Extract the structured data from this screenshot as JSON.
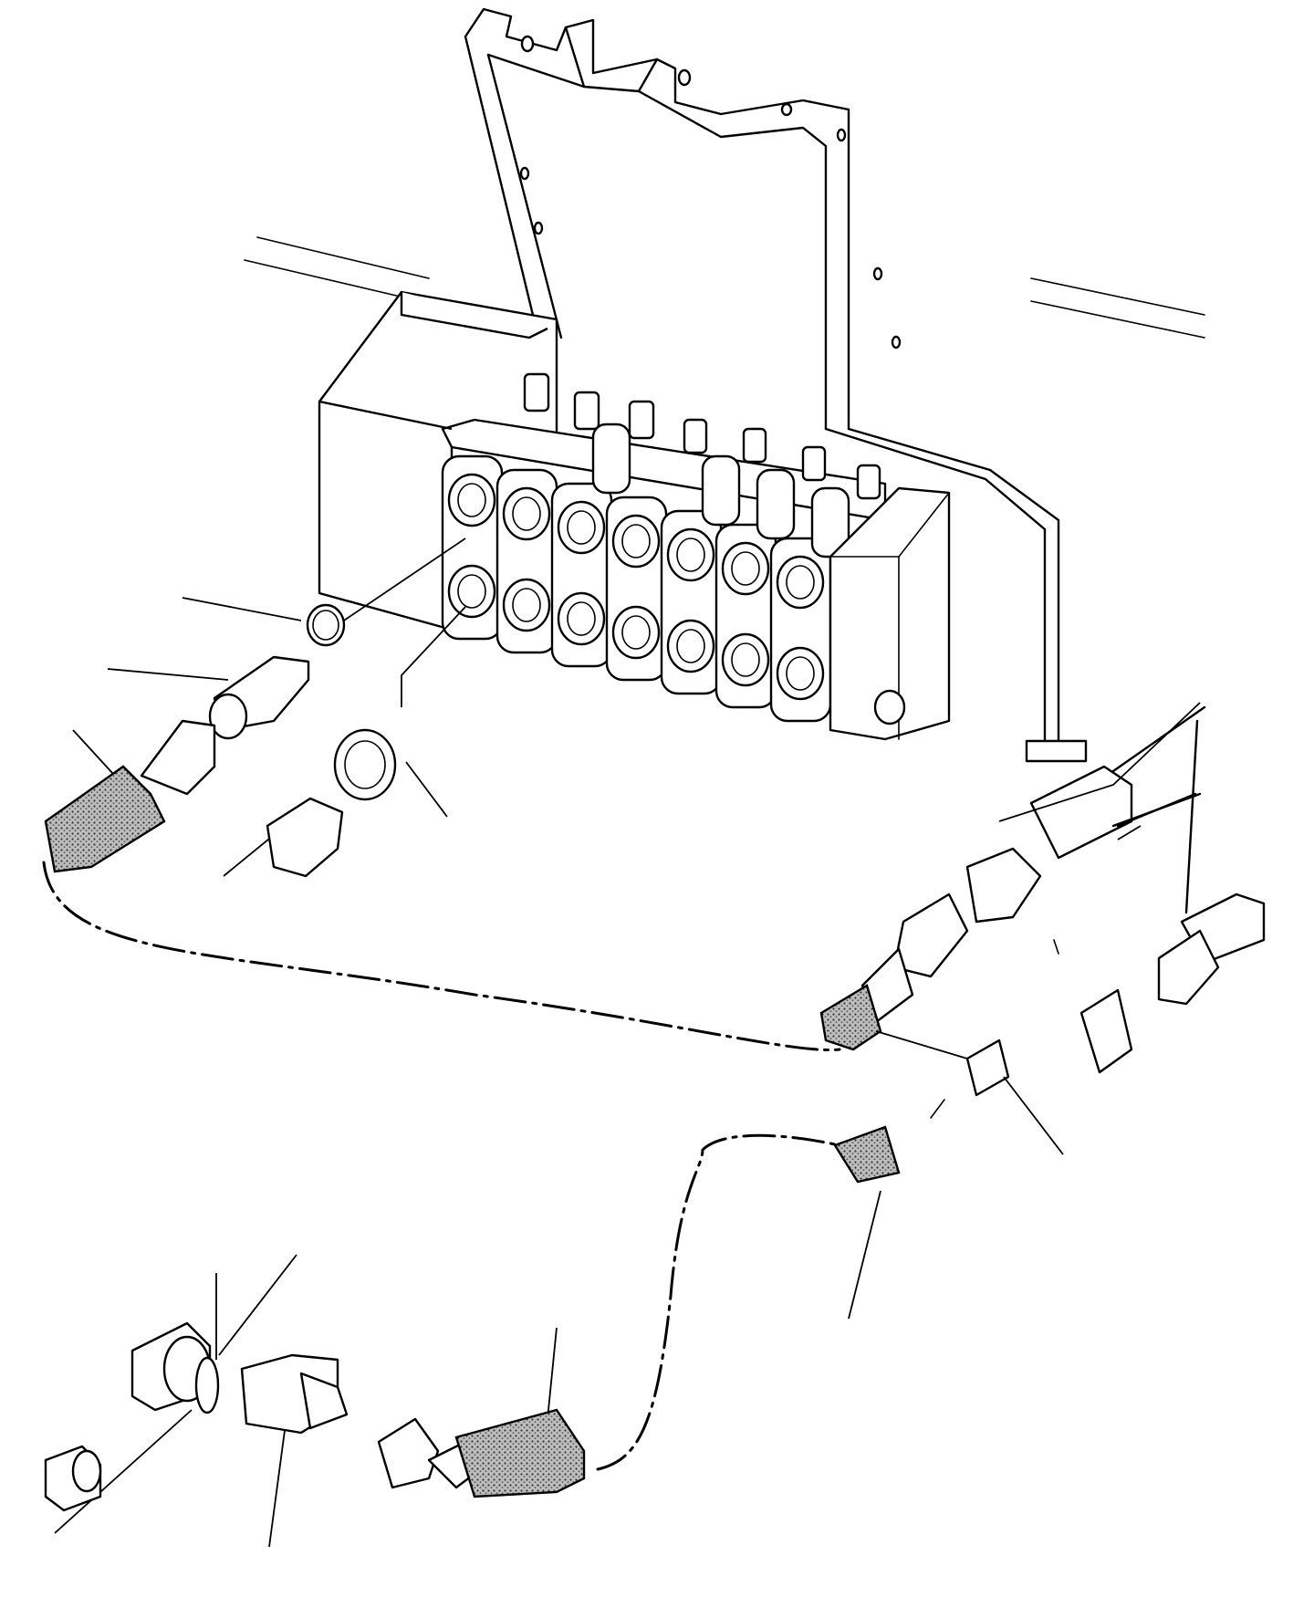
{
  "diagram": {
    "kind": "exploded-view",
    "description_items": [
      "frame-bracket",
      "control-valve-block",
      "o-ring",
      "adapter",
      "hose-end",
      "plug",
      "seal-washer",
      "elbow-hose-end",
      "bulkhead-nut"
    ],
    "callout_labels": []
  }
}
